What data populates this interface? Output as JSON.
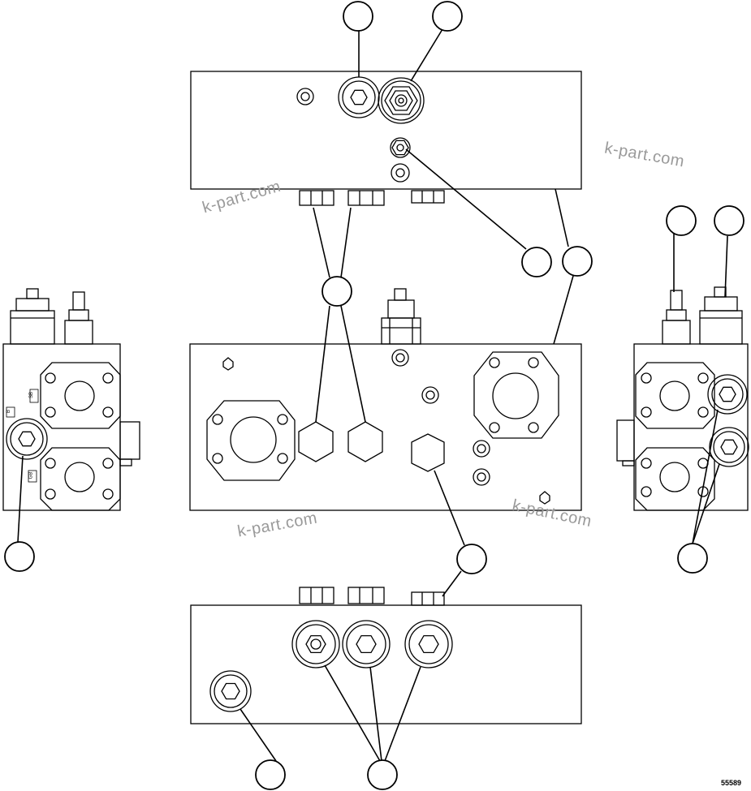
{
  "watermark": {
    "text_1": "k-part.com",
    "text_2": "k-part.com",
    "text_3": "k-part.com",
    "text_4": "k-part.com"
  },
  "figure_number": "55589",
  "port_labels": {
    "left_upper": "SB",
    "left_mid": "B",
    "left_lower": "GB"
  },
  "colors": {
    "line": "#000000",
    "watermark": "#9a9a9a",
    "background": "#ffffff"
  }
}
